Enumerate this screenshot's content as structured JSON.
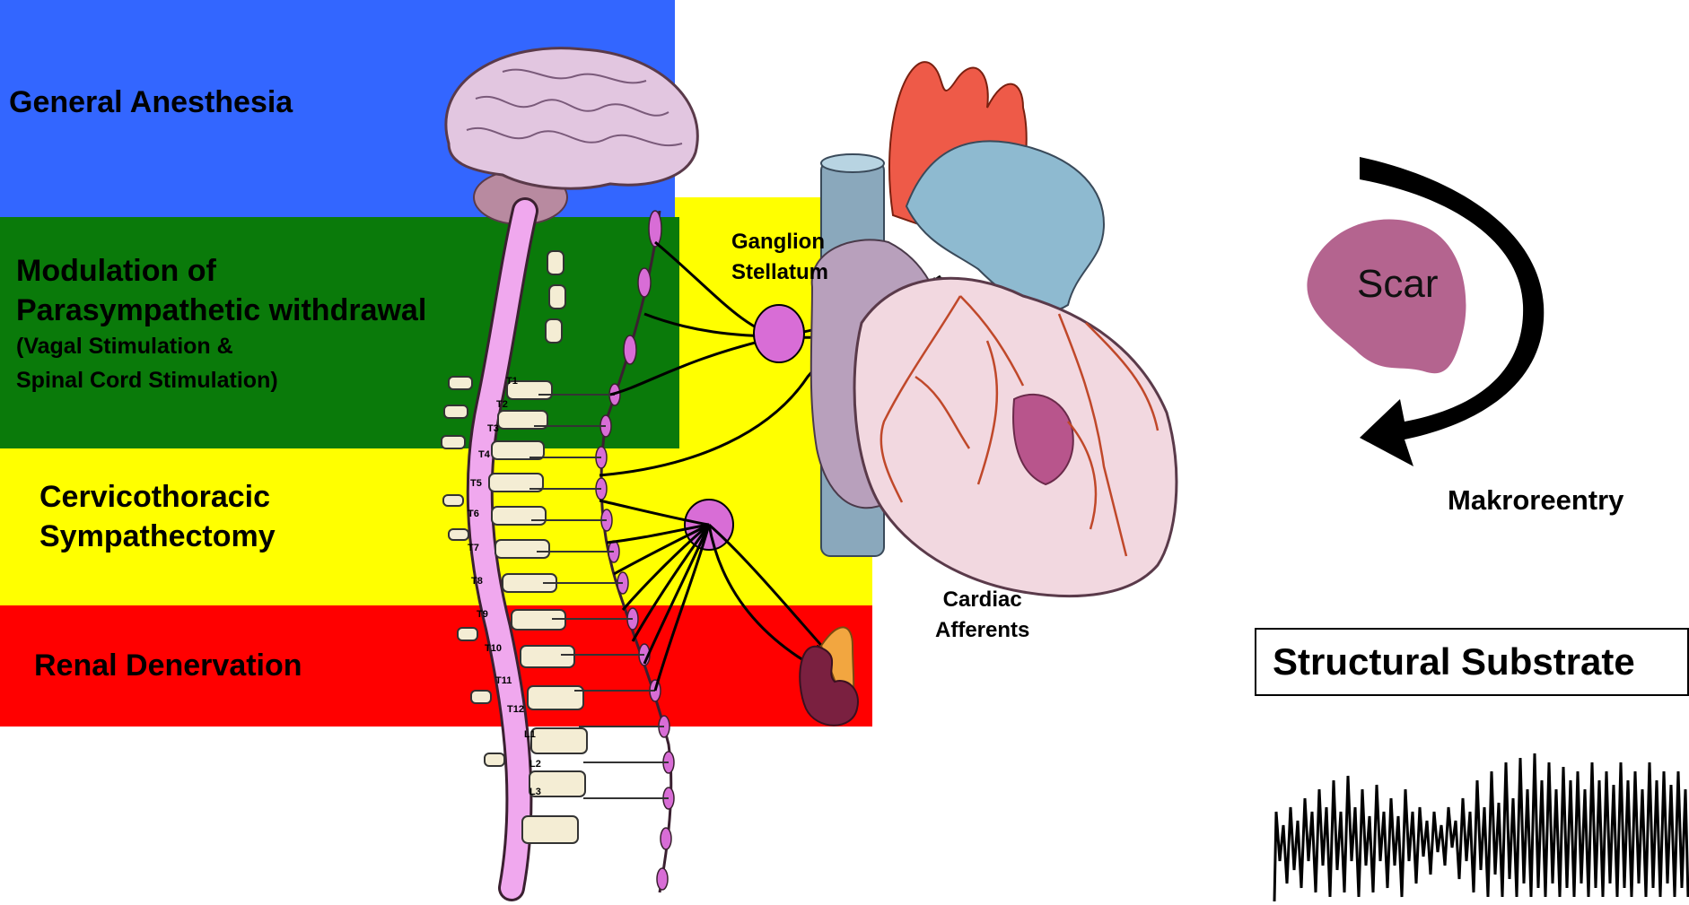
{
  "bands": {
    "general_anesthesia": {
      "label": "General Anesthesia",
      "color": "#3366ff"
    },
    "parasympathetic": {
      "line1": "Modulation of",
      "line2": "Parasympathetic withdrawal",
      "sub1": "(Vagal Stimulation &",
      "sub2": "Spinal Cord Stimulation)",
      "color": "#0a7a0a"
    },
    "sympathectomy": {
      "line1": "Cervicothoracic",
      "line2": "Sympathectomy",
      "color": "#ffff00"
    },
    "renal": {
      "label": "Renal Denervation",
      "color": "#ff0000"
    }
  },
  "labels": {
    "ganglion_line1": "Ganglion",
    "ganglion_line2": "Stellatum",
    "cardiac_line1": "Cardiac",
    "cardiac_line2": "Afferents"
  },
  "vertebrae": [
    "T1",
    "T2",
    "T3",
    "T4",
    "T5",
    "T6",
    "T7",
    "T8",
    "T9",
    "T10",
    "T11",
    "T12",
    "L1",
    "L2",
    "L3"
  ],
  "substrate": {
    "scar_label": "Scar",
    "reentry_label": "Makroreentry",
    "box_label": "Structural Substrate"
  },
  "icons": [
    "brain-icon",
    "spine-icon",
    "heart-icon",
    "kidney-icon",
    "scar-icon",
    "reentry-arrow-icon",
    "ecg-trace-icon"
  ]
}
